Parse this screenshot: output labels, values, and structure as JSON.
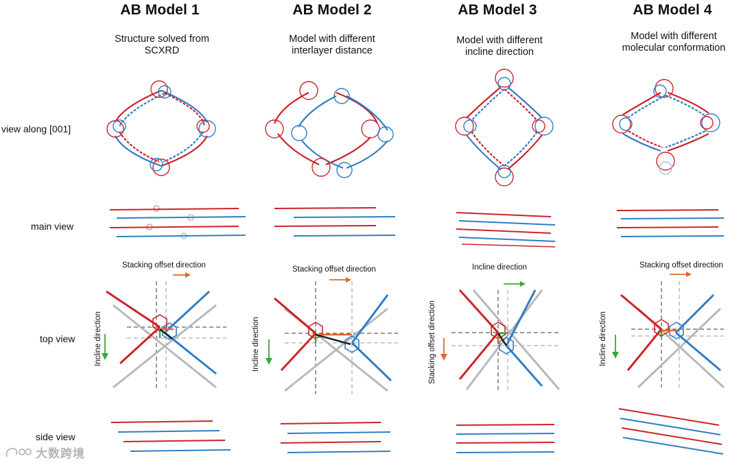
{
  "models": [
    {
      "title": "AB Model 1",
      "description_lines": [
        "Structure solved from",
        "SCXRD"
      ]
    },
    {
      "title": "AB Model 2",
      "description_lines": [
        "Model with different",
        "interlayer distance"
      ]
    },
    {
      "title": "AB Model 3",
      "description_lines": [
        "Model with different",
        "incline direction"
      ]
    },
    {
      "title": "AB Model 4",
      "description_lines": [
        "Model with different",
        "molecular conformation"
      ]
    }
  ],
  "row_labels": {
    "view001": "view along [001]",
    "main": "main view",
    "top": "top view",
    "side": "side view"
  },
  "top_view_labels": {
    "m1": {
      "horizontal": "Stacking offset direction",
      "vertical": "Incline direction"
    },
    "m2": {
      "horizontal": "Stacking offset direction",
      "vertical": "Incline direction"
    },
    "m3": {
      "horizontal": "Incline direction",
      "vertical": "Stacking offset direction"
    },
    "m4": {
      "horizontal": "Stacking offset direction",
      "vertical": "Incline direction"
    }
  },
  "watermark": "大数跨境",
  "colors": {
    "red": "#cc2229",
    "blue": "#2f7dc4",
    "gray": "#b8b8b8",
    "orange_arrow": "#e0682a",
    "green_arrow": "#35a83a",
    "black_arrow": "#222222"
  }
}
